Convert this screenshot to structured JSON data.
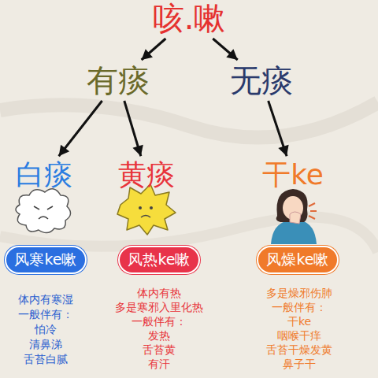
{
  "diagram": {
    "title": "咳.嗽",
    "nodes": [
      {
        "text": [
          "咳.嗽"
        ]
      },
      {
        "text": [
          "有痰"
        ]
      },
      {
        "text": [
          "无痰"
        ]
      },
      {
        "text": [
          "白痰"
        ]
      },
      {
        "text": [
          "黄痰"
        ]
      },
      {
        "text": [
          "干ke"
        ]
      },
      {
        "text": [
          "风寒ke嗽"
        ]
      },
      {
        "text": [
          "风热ke嗽"
        ]
      },
      {
        "text": [
          "风燥ke嗽"
        ]
      }
    ],
    "edges": [
      {
        "from": 0,
        "to": 1,
        "arrow": "to"
      },
      {
        "from": 0,
        "to": 2,
        "arrow": "to"
      },
      {
        "from": 1,
        "to": 3,
        "arrow": "to"
      },
      {
        "from": 1,
        "to": 4,
        "arrow": "to"
      },
      {
        "from": 2,
        "to": 5,
        "arrow": "to"
      }
    ],
    "labels": [
      "体内有寒湿",
      "一般伴有：",
      "怕冷",
      "清鼻涕",
      "舌苔白腻",
      "体内有热",
      "多是寒邪入里化热",
      "一般伴有：",
      "发热",
      "舌苔黄",
      "有汗",
      "多是燥邪伤肺",
      "一般伴有：",
      "干ke",
      "咽喉干痒",
      "舌苔干燥发黄",
      "鼻子干"
    ]
  }
}
